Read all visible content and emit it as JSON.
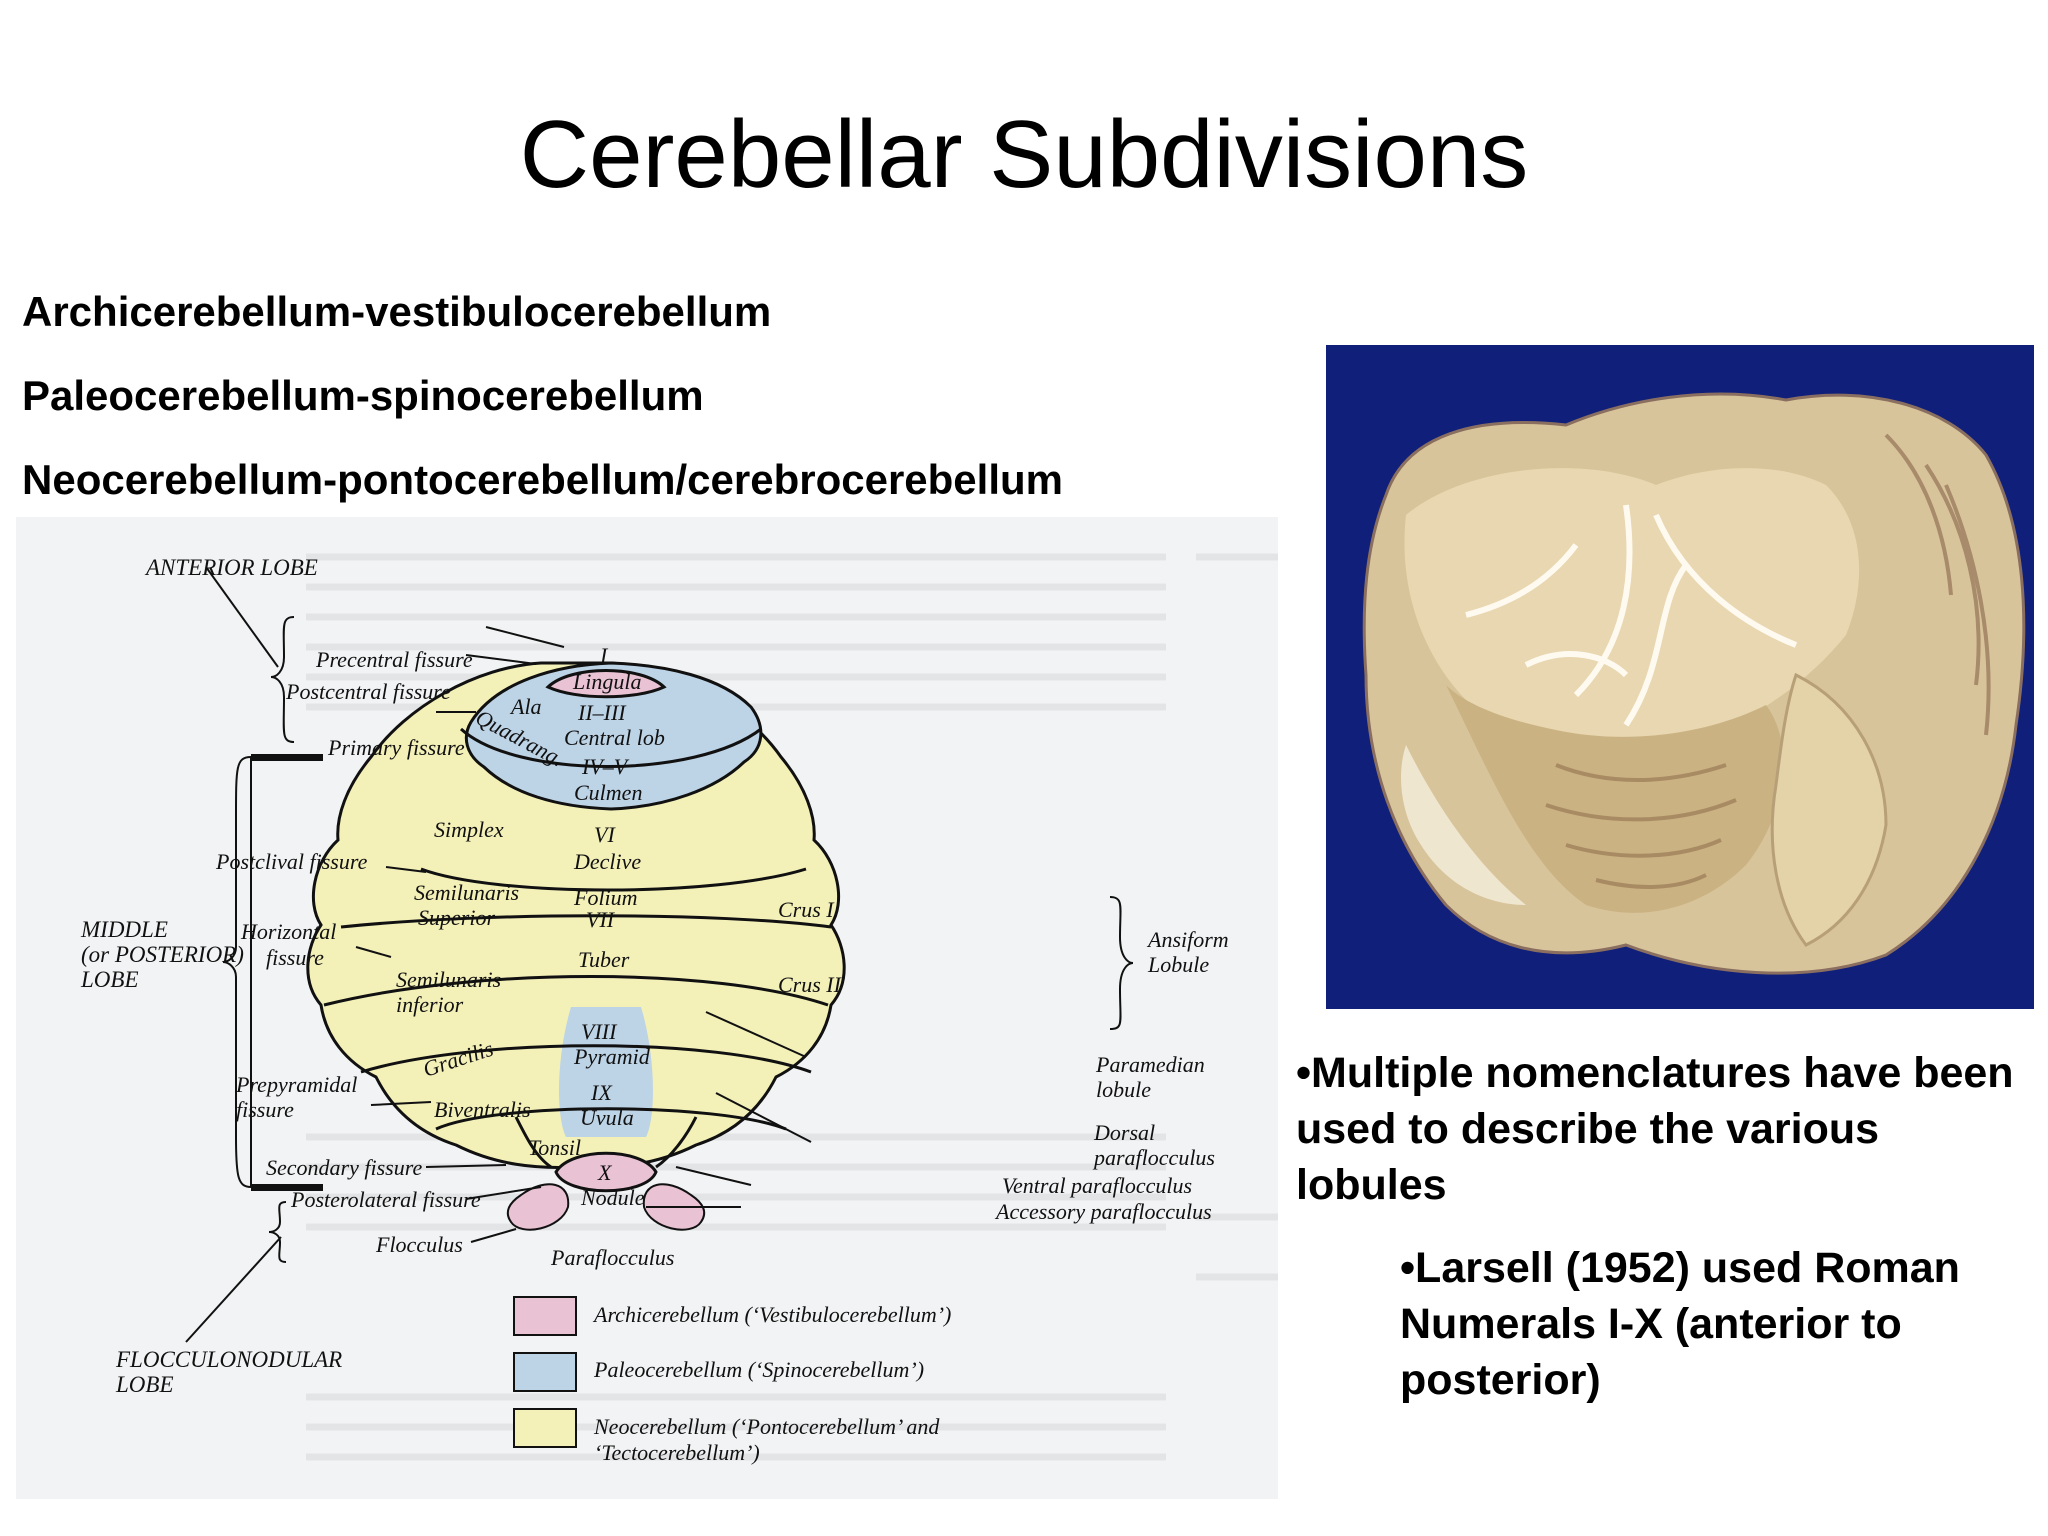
{
  "slide": {
    "title": "Cerebellar Subdivisions",
    "terms": [
      "Archicerebellum-vestibulocerebellum",
      "Paleocerebellum-spinocerebellum",
      "Neocerebellum-pontocerebellum/cerebrocerebellum"
    ],
    "bullets": {
      "main": "•Multiple nomenclatures have been used to describe the various lobules",
      "sub": "•Larsell (1952) used Roman Numerals I-X (anterior to posterior)"
    }
  },
  "diagram": {
    "colors": {
      "archi": "#e9c2d3",
      "paleo": "#bdd3e6",
      "neo": "#f3f0b8"
    },
    "lobes": {
      "anterior": "ANTERIOR LOBE",
      "middle_1": "MIDDLE",
      "middle_2": "(or POSTERIOR)",
      "middle_3": "LOBE",
      "floc_1": "FLOCCULONODULAR",
      "floc_2": "LOBE"
    },
    "fissures": {
      "precentral": "Precentral fissure",
      "postcentral": "Postcentral fissure",
      "primary": "Primary fissure",
      "postclival": "Postclival fissure",
      "horizontal_1": "Horizontal",
      "horizontal_2": "fissure",
      "prepyramidal_1": "Prepyramidal",
      "prepyramidal_2": "fissure",
      "secondary": "Secondary fissure",
      "posterolateral": "Posterolateral fissure"
    },
    "lobules": {
      "i": "I",
      "lingula": "Lingula",
      "ala": "Ala",
      "ii_iii": "II–III",
      "central": "Central lob",
      "quadrang": "Quadrang.",
      "iv_v": "IV–V",
      "culmen": "Culmen",
      "simplex": "Simplex",
      "vi": "VI",
      "declive": "Declive",
      "semsup_1": "Semilunaris",
      "semsup_2": "Superior",
      "folium": "Folium",
      "vii": "VII",
      "tuber": "Tuber",
      "crus1": "Crus I",
      "crus2": "Crus II",
      "seminf_1": "Semilunaris",
      "seminf_2": "inferior",
      "gracilis": "Gracilis",
      "viii": "VIII",
      "pyramid": "Pyramid",
      "biventralis": "Biventralis",
      "ix": "IX",
      "uvula": "Uvula",
      "tonsil": "Tonsil",
      "x": "X",
      "nodule": "Nodule",
      "flocculus": "Flocculus",
      "paraflocculus": "Paraflocculus"
    },
    "right": {
      "ansiform_1": "Ansiform",
      "ansiform_2": "Lobule",
      "paramedian_1": "Paramedian",
      "paramedian_2": "lobule",
      "dorsal_1": "Dorsal",
      "dorsal_2": "paraflocculus",
      "ventral": "Ventral paraflocculus",
      "accessory": "Accessory paraflocculus"
    },
    "legend": {
      "archi": "Archicerebellum (‘Vestibulocerebellum’)",
      "paleo": "Paleocerebellum (‘Spinocerebellum’)",
      "neo_1": "Neocerebellum (‘Pontocerebellum’ and",
      "neo_2": "‘Tectocerebellum’)"
    }
  }
}
